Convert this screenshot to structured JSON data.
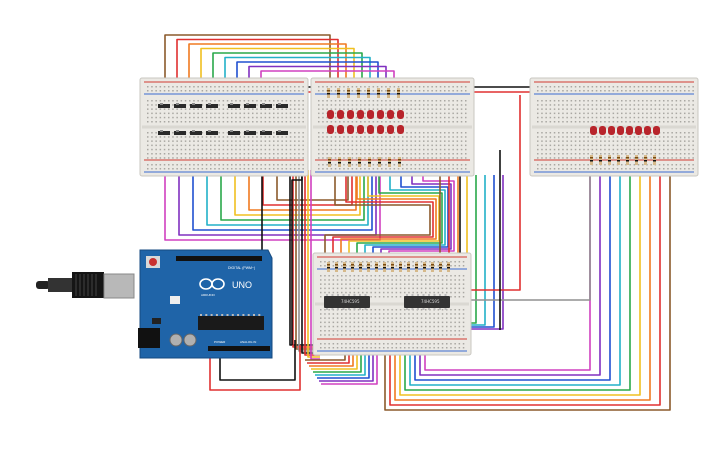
{
  "arduino": {
    "logo": "UNO",
    "digital_header": "DIGITAL (PWM~)",
    "power_label": "POWER",
    "analog_label": "ANALOG IN",
    "brand": "ARDUINO"
  },
  "chips": [
    {
      "label": "74HC595"
    },
    {
      "label": "74HC595"
    }
  ],
  "colors": {
    "breadboard": "#ebe9e4",
    "board": "#1f64a8",
    "led": "#b8242b",
    "wires": [
      "#8b5a2b",
      "#e03030",
      "#f07a20",
      "#f0c020",
      "#2aa84a",
      "#22b0c8",
      "#2050d0",
      "#8030c0",
      "#d040c0",
      "#909090",
      "#111111"
    ]
  },
  "leds": {
    "left_group": 16,
    "right_group": 8
  },
  "switch_rows": 2
}
